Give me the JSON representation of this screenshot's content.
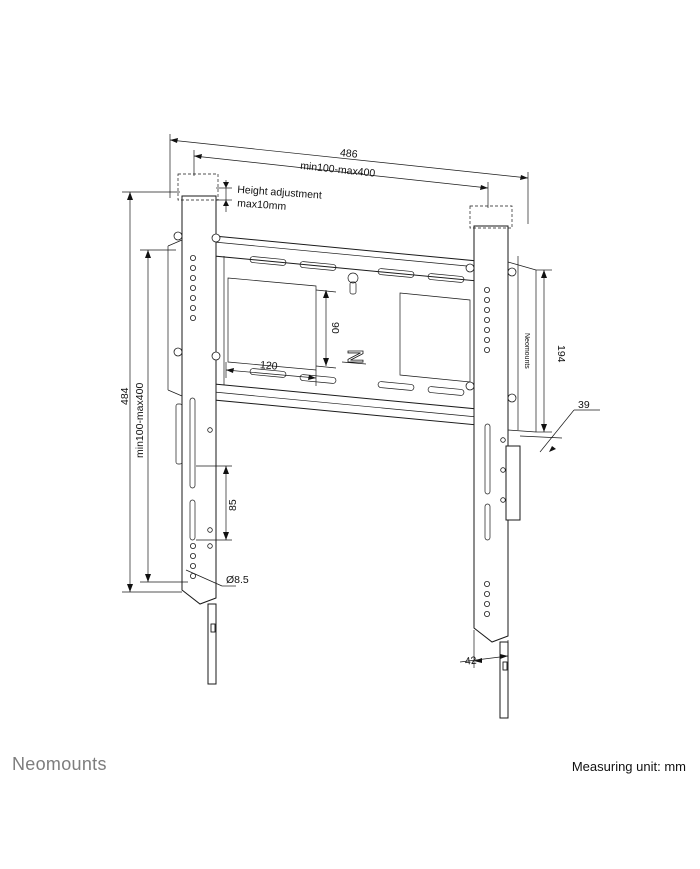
{
  "dimensions": {
    "total_width": "486",
    "vesa_width_range": "min100-max400",
    "height_adjustment_line1": "Height adjustment",
    "height_adjustment_line2": "max10mm",
    "total_height": "484",
    "vesa_height_range": "min100-max400",
    "hole_spacing_vertical": "90",
    "hole_spacing_horizontal": "120",
    "slot_length": "85",
    "hole_diameter": "Ø8.5",
    "depth_height": "194",
    "wall_depth": "39",
    "arm_width": "42"
  },
  "brand": {
    "name": "Neomounts",
    "small_mark": "Neomounts",
    "logo_letter": "N"
  },
  "footer": {
    "measuring_unit": "Measuring unit: mm"
  }
}
